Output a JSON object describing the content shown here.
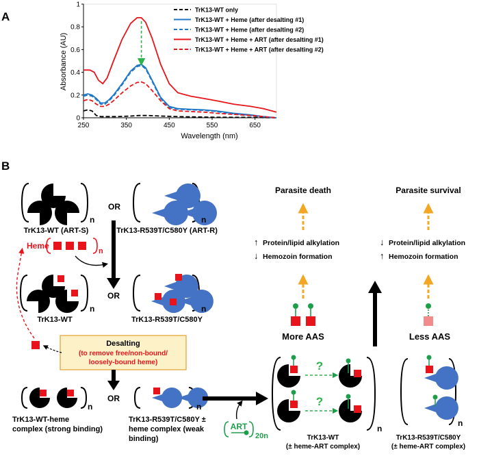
{
  "panel_a": {
    "label": "A",
    "chart_data": {
      "type": "line",
      "xlabel": "Wavelength (nm)",
      "ylabel": "Absorbance (AU)",
      "xlim": [
        250,
        700
      ],
      "ylim": [
        0,
        1
      ],
      "x_ticks": [
        "250",
        "350",
        "450",
        "550",
        "650"
      ],
      "y_ticks": [
        "0",
        "0.2",
        "0.4",
        "0.6",
        "0.8",
        "1"
      ],
      "legend_position": "top-right",
      "series": [
        {
          "name": "TrK13-WT only",
          "color": "#000000",
          "dash": true,
          "points": [
            [
              250,
              0.06
            ],
            [
              260,
              0.07
            ],
            [
              270,
              0.06
            ],
            [
              280,
              0.02
            ],
            [
              290,
              0.01
            ],
            [
              300,
              0.01
            ],
            [
              330,
              0.01
            ],
            [
              360,
              0.015
            ],
            [
              380,
              0.02
            ],
            [
              400,
              0.02
            ],
            [
              430,
              0.015
            ],
            [
              470,
              0.01
            ],
            [
              550,
              0.005
            ],
            [
              650,
              0.003
            ],
            [
              700,
              0
            ]
          ]
        },
        {
          "name": "TrK13-WT + Heme (after desalting #1)",
          "color": "#1f77c8",
          "dash": false,
          "points": [
            [
              250,
              0.2
            ],
            [
              260,
              0.21
            ],
            [
              270,
              0.2
            ],
            [
              280,
              0.17
            ],
            [
              290,
              0.13
            ],
            [
              300,
              0.13
            ],
            [
              310,
              0.16
            ],
            [
              320,
              0.2
            ],
            [
              340,
              0.3
            ],
            [
              360,
              0.41
            ],
            [
              375,
              0.46
            ],
            [
              385,
              0.47
            ],
            [
              395,
              0.44
            ],
            [
              410,
              0.33
            ],
            [
              430,
              0.18
            ],
            [
              450,
              0.1
            ],
            [
              470,
              0.08
            ],
            [
              500,
              0.075
            ],
            [
              530,
              0.07
            ],
            [
              560,
              0.06
            ],
            [
              600,
              0.04
            ],
            [
              640,
              0.025
            ],
            [
              670,
              0.01
            ],
            [
              700,
              0
            ]
          ]
        },
        {
          "name": "TrK13-WT + Heme (after desalting #2)",
          "color": "#1f77c8",
          "dash": true,
          "points": [
            [
              250,
              0.19
            ],
            [
              260,
              0.2
            ],
            [
              270,
              0.19
            ],
            [
              280,
              0.16
            ],
            [
              290,
              0.12
            ],
            [
              300,
              0.12
            ],
            [
              310,
              0.15
            ],
            [
              320,
              0.19
            ],
            [
              340,
              0.29
            ],
            [
              360,
              0.4
            ],
            [
              375,
              0.45
            ],
            [
              385,
              0.46
            ],
            [
              395,
              0.43
            ],
            [
              410,
              0.32
            ],
            [
              430,
              0.17
            ],
            [
              450,
              0.09
            ],
            [
              470,
              0.075
            ],
            [
              500,
              0.07
            ],
            [
              530,
              0.065
            ],
            [
              560,
              0.055
            ],
            [
              600,
              0.035
            ],
            [
              640,
              0.02
            ],
            [
              670,
              0.008
            ],
            [
              700,
              0
            ]
          ]
        },
        {
          "name": "TrK13-WT + Heme + ART (after desalting #1)",
          "color": "#e8141b",
          "dash": false,
          "points": [
            [
              250,
              0.42
            ],
            [
              265,
              0.42
            ],
            [
              275,
              0.4
            ],
            [
              285,
              0.33
            ],
            [
              295,
              0.3
            ],
            [
              305,
              0.35
            ],
            [
              320,
              0.5
            ],
            [
              340,
              0.69
            ],
            [
              360,
              0.83
            ],
            [
              375,
              0.88
            ],
            [
              385,
              0.88
            ],
            [
              395,
              0.84
            ],
            [
              410,
              0.7
            ],
            [
              430,
              0.47
            ],
            [
              450,
              0.3
            ],
            [
              470,
              0.22
            ],
            [
              500,
              0.19
            ],
            [
              530,
              0.17
            ],
            [
              560,
              0.15
            ],
            [
              600,
              0.12
            ],
            [
              640,
              0.1
            ],
            [
              670,
              0.08
            ],
            [
              700,
              0.05
            ]
          ]
        },
        {
          "name": "TrK13-WT + Heme + ART (after desalting #2)",
          "color": "#e8141b",
          "dash": true,
          "points": [
            [
              250,
              0.15
            ],
            [
              260,
              0.16
            ],
            [
              270,
              0.15
            ],
            [
              280,
              0.12
            ],
            [
              290,
              0.1
            ],
            [
              300,
              0.1
            ],
            [
              310,
              0.12
            ],
            [
              320,
              0.15
            ],
            [
              340,
              0.22
            ],
            [
              360,
              0.28
            ],
            [
              375,
              0.31
            ],
            [
              385,
              0.315
            ],
            [
              395,
              0.3
            ],
            [
              410,
              0.24
            ],
            [
              430,
              0.15
            ],
            [
              450,
              0.08
            ],
            [
              470,
              0.06
            ],
            [
              500,
              0.055
            ],
            [
              530,
              0.05
            ],
            [
              560,
              0.04
            ],
            [
              600,
              0.03
            ],
            [
              640,
              0.02
            ],
            [
              670,
              0.01
            ],
            [
              700,
              0
            ]
          ]
        }
      ],
      "annotations": [
        {
          "type": "arrow",
          "color": "#2db34a",
          "x": 385,
          "from": 0.85,
          "to": 0.49
        }
      ]
    }
  },
  "panel_b": {
    "label": "B",
    "n": "n",
    "or": "OR",
    "wt_label": "TrK13-WT (ART-S)",
    "mut_label": "TrK13-R539T/C580Y (ART-R)",
    "heme": "Heme",
    "wt_plain": "TrK13-WT",
    "mut_plain": "TrK13-R539T/C580Y",
    "desalting_title": "Desalting",
    "desalting_sub1": "(to remove free/non-bound/",
    "desalting_sub2": "loosely-bound heme)",
    "wt_complex_1": "TrK13-WT-heme",
    "wt_complex_2": "complex (strong binding)",
    "mut_complex_1": "TrK13-R539T/C580Y ±",
    "mut_complex_2": "heme complex (weak",
    "mut_complex_3": "binding)",
    "art_label": "ART",
    "art_count": "20n",
    "question": "?",
    "wt_art_1": "TrK13-WT",
    "wt_art_2": "(± heme-ART complex)",
    "mut_art_1": "TrK13-R539T/C580Y",
    "mut_art_2": "(± heme-ART complex)",
    "more_aas": "More AAS",
    "less_aas": "Less AAS",
    "death": "Parasite death",
    "survival": "Parasite survival",
    "up_arrow": "↑",
    "down_arrow": "↓",
    "alkylation": "Protein/lipid alkylation",
    "hemozoin": "Hemozoin formation",
    "colors": {
      "wt": "#000000",
      "mutant": "#4472c4",
      "heme": "#e8141b",
      "heme_light": "#f28b8b",
      "art": "#1e9e4a",
      "orange": "#f5a623",
      "box_fill": "#fdf1c7",
      "box_stroke": "#e0a030",
      "red_text": "#e8141b"
    }
  }
}
